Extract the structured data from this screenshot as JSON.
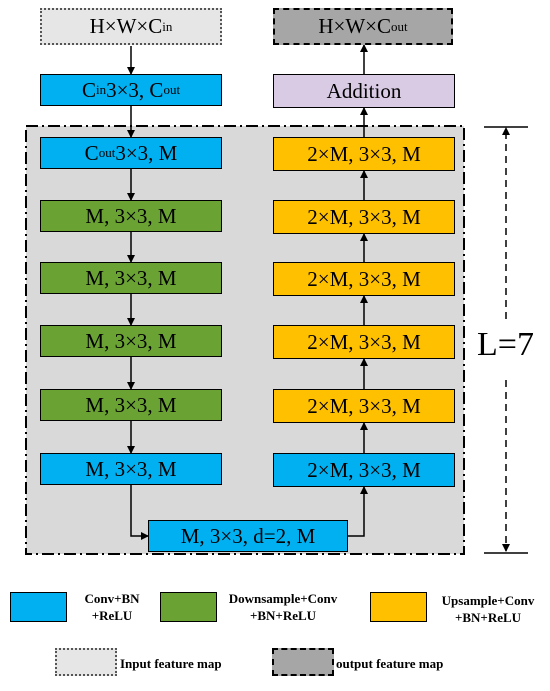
{
  "input_map": {
    "main": "H×W×C",
    "sub": "in"
  },
  "output_map": {
    "main": "H×W×C",
    "sub": "out"
  },
  "first_conv": {
    "a": "C",
    "a_sub": "in",
    "b": "3×3, C",
    "b_sub": "out"
  },
  "encoder": [
    {
      "pre": "C",
      "pre_sub": "out",
      "text": "3×3, M",
      "color": "blue"
    },
    {
      "pre": "",
      "pre_sub": "",
      "text": "M, 3×3, M",
      "color": "green"
    },
    {
      "pre": "",
      "pre_sub": "",
      "text": "M, 3×3, M",
      "color": "green"
    },
    {
      "pre": "",
      "pre_sub": "",
      "text": "M, 3×3, M",
      "color": "green"
    },
    {
      "pre": "",
      "pre_sub": "",
      "text": "M, 3×3, M",
      "color": "green"
    },
    {
      "pre": "",
      "pre_sub": "",
      "text": "M, 3×3, M",
      "color": "blue"
    }
  ],
  "decoder": [
    {
      "text": "2×M, 3×3, M",
      "color": "orange"
    },
    {
      "text": "2×M, 3×3, M",
      "color": "orange"
    },
    {
      "text": "2×M, 3×3, M",
      "color": "orange"
    },
    {
      "text": "2×M, 3×3, M",
      "color": "orange"
    },
    {
      "text": "2×M, 3×3, M",
      "color": "orange"
    },
    {
      "text": "2×M, 3×3, M",
      "color": "blue"
    }
  ],
  "bottleneck": "M, 3×3, d=2, M",
  "addition": "Addition",
  "depth_label": "L=7",
  "colors": {
    "blue": "#00b0f0",
    "green": "#6aa234",
    "orange": "#ffc000",
    "purple": "#d9cbe4",
    "gray_panel": "#d9d9d9"
  },
  "legend": {
    "conv": [
      "Conv+BN",
      "+ReLU"
    ],
    "down": [
      "Downsample+Conv",
      "+BN+ReLU"
    ],
    "up": [
      "Upsample+Conv",
      "+BN+ReLU"
    ],
    "input": "Input feature map",
    "output": "output feature map"
  }
}
